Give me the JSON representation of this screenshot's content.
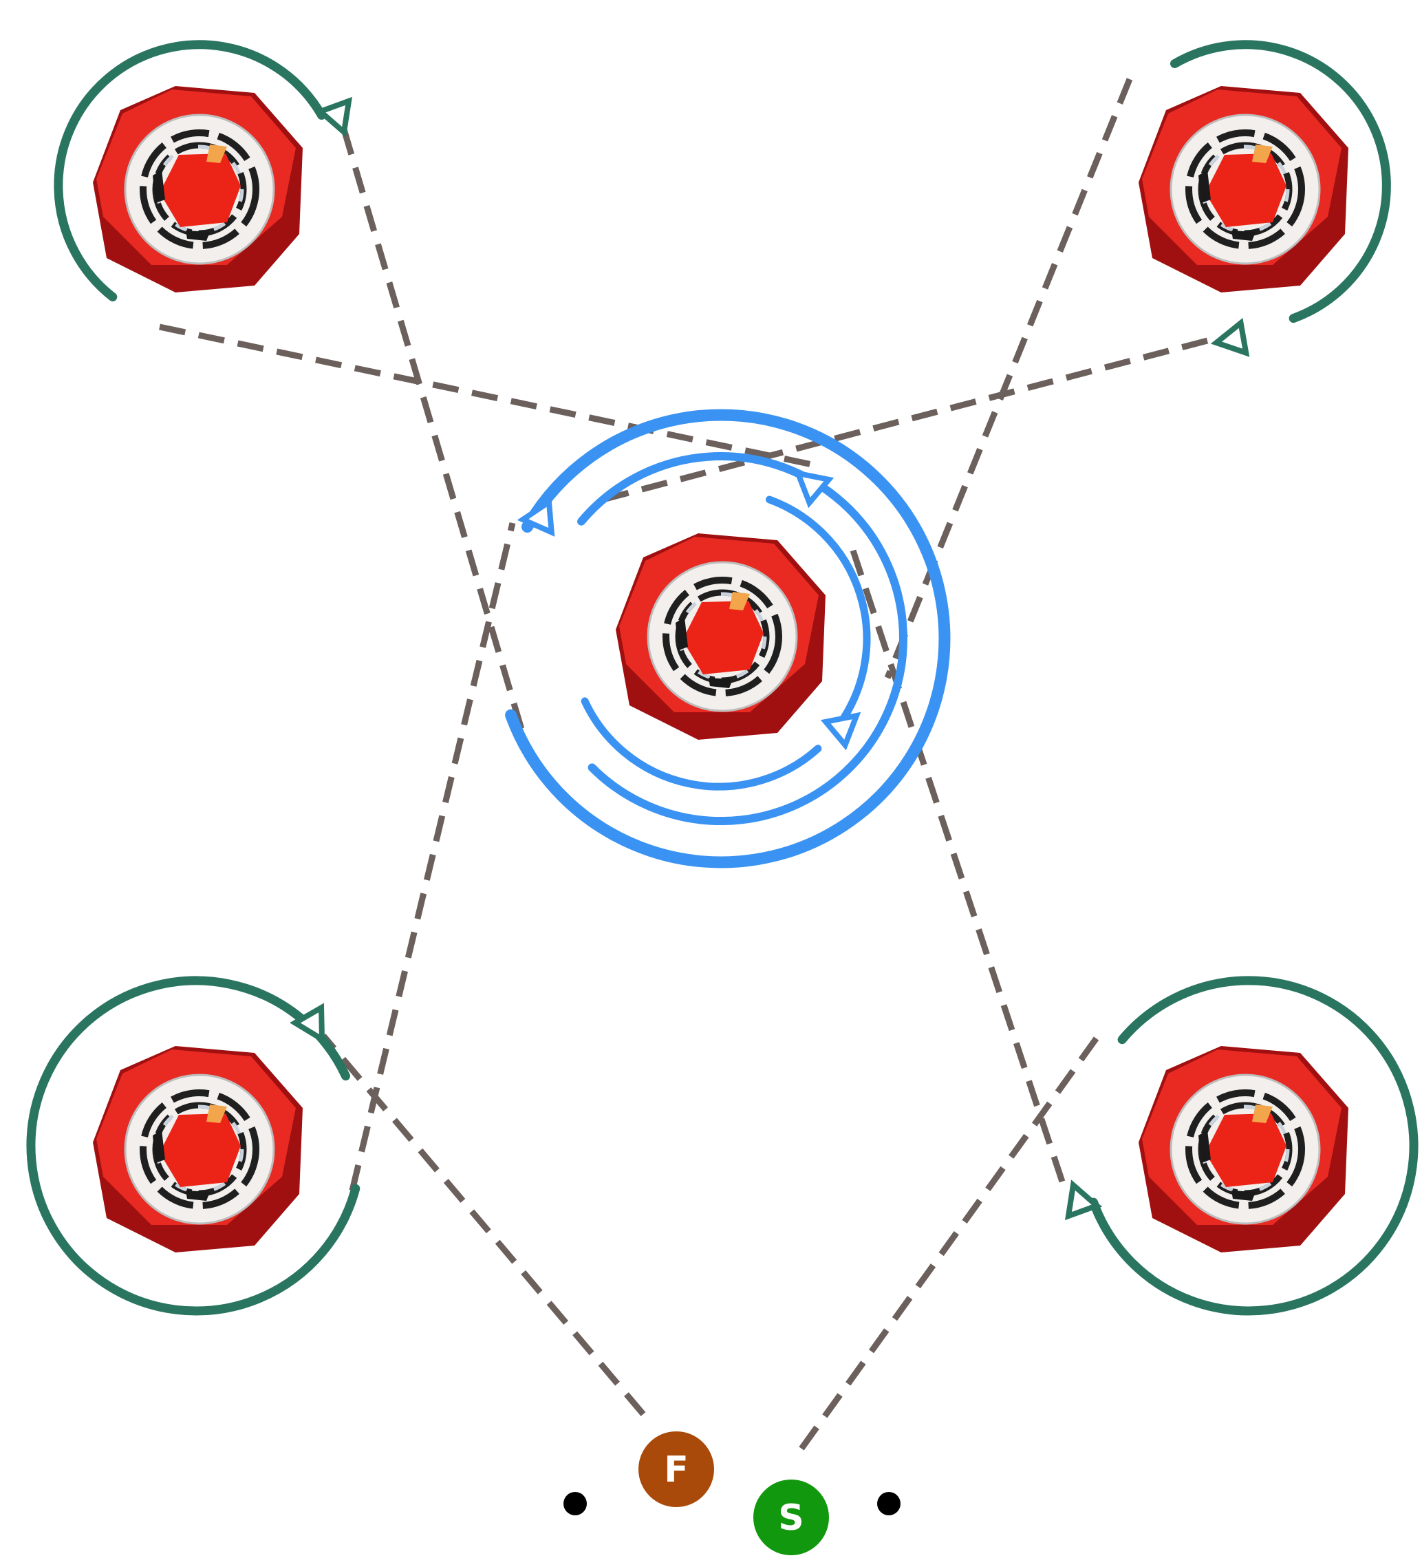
{
  "colors": {
    "background": "#ffffff",
    "path": "#6b605c",
    "rotation_outer": "#2a7560",
    "rotation_center": "#3a93f2",
    "cone_red": "#e82a22",
    "cone_dark": "#a01010",
    "ball_white": "#f2efec",
    "marker_f": "#a94a0a",
    "marker_s": "#12980f",
    "dot": "#000000"
  },
  "cones": [
    {
      "id": "top-left",
      "icon": "cone-with-ball-icon",
      "rotation": "clockwise"
    },
    {
      "id": "top-right",
      "icon": "cone-with-ball-icon",
      "rotation": "clockwise"
    },
    {
      "id": "center",
      "icon": "cone-with-ball-icon",
      "rotation": "mixed"
    },
    {
      "id": "bottom-left",
      "icon": "cone-with-ball-icon",
      "rotation": "clockwise"
    },
    {
      "id": "bottom-right",
      "icon": "cone-with-ball-icon",
      "rotation": "clockwise"
    }
  ],
  "markers": {
    "first": {
      "label": "F",
      "icon": "start-marker-icon"
    },
    "second": {
      "label": "S",
      "icon": "start-marker-icon"
    }
  }
}
